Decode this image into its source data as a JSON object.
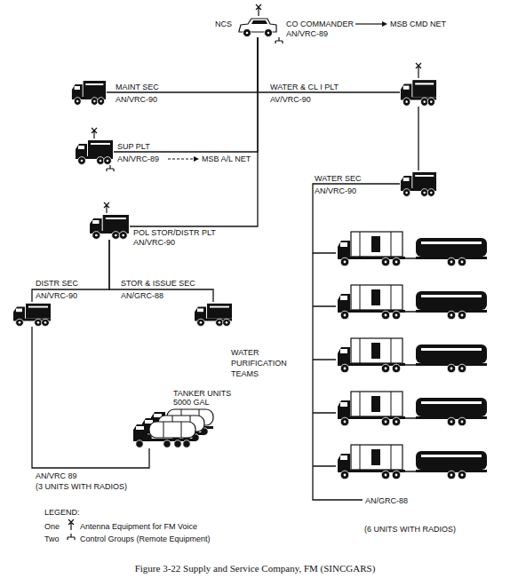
{
  "diagram": {
    "caption": "Figure 3-22 Supply and Service Company, FM (SINCGARS)",
    "nodes": [
      {
        "text": [
          "NCS",
          "CO COMMANDER",
          "AN/VRC-89"
        ]
      },
      {
        "text": [
          "MAINT SEC",
          "AN/VRC-90"
        ]
      },
      {
        "text": [
          "WATER & CL I PLT",
          "AV/VRC-90"
        ]
      },
      {
        "text": [
          "SUP PLT",
          "AN/VRC-89"
        ]
      },
      {
        "text": [
          "WATER SEC",
          "AN/VRC-90"
        ]
      },
      {
        "text": [
          "POL STOR/DISTR PLT",
          "AN/VRC-90"
        ]
      },
      {
        "text": [
          "DISTR SEC",
          "AN/VRC-90"
        ]
      },
      {
        "text": [
          "STOR & ISSUE SEC",
          "AN/GRC-88"
        ]
      },
      {
        "text": [
          "TANKER UNITS 5000 GAL"
        ]
      },
      {
        "text": [
          "WATER PURIFICATION TEAMS"
        ]
      }
    ],
    "edges": [
      {
        "from": 0,
        "to": 1,
        "arrow": "none"
      },
      {
        "from": 0,
        "to": 2,
        "arrow": "none"
      },
      {
        "from": 0,
        "to": 3,
        "arrow": "none"
      },
      {
        "from": 0,
        "to": 5,
        "arrow": "none"
      },
      {
        "from": 2,
        "to": 4,
        "arrow": "none"
      },
      {
        "from": 5,
        "to": 6,
        "arrow": "none"
      },
      {
        "from": 5,
        "to": 7,
        "arrow": "none"
      },
      {
        "from": 6,
        "to": 8,
        "arrow": "none"
      },
      {
        "from": 4,
        "to": 9,
        "arrow": "none"
      }
    ],
    "labels": [
      "MSB CMD NET",
      "MSB A/L NET",
      "AN/VRC 89",
      "(3 UNITS WITH RADIOS)",
      "AN/GRC-88",
      "(6 UNITS WITH RADIOS)",
      "LEGEND:",
      "One",
      "Two"
    ],
    "legend": [
      {
        "text": "Antenna Equipment for FM Voice"
      },
      {
        "text": "Control Groups (Remote Equipment)"
      }
    ]
  }
}
